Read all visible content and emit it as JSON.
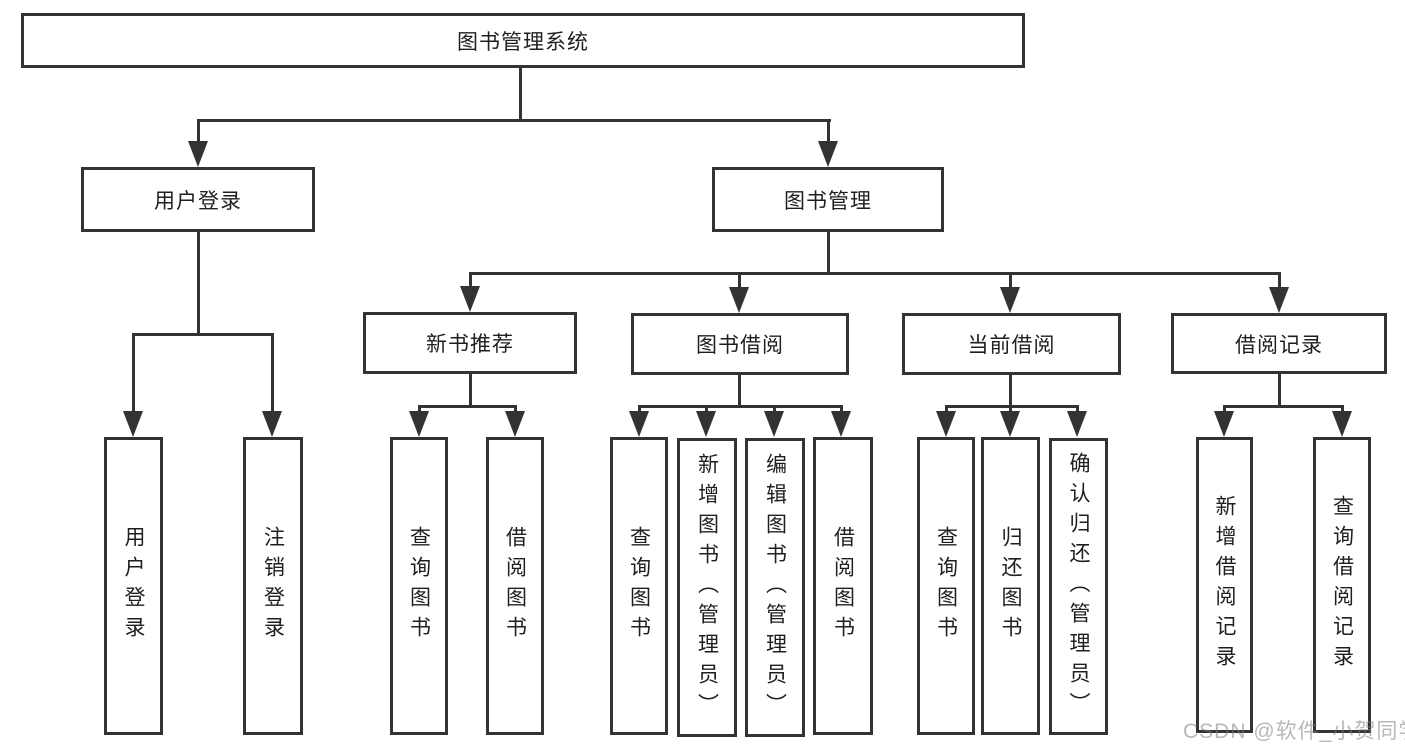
{
  "tree": {
    "label": "图书管理系统",
    "children": [
      {
        "label": "用户登录",
        "children": [
          {
            "label": "用户登录"
          },
          {
            "label": "注销登录"
          }
        ]
      },
      {
        "label": "图书管理",
        "children": [
          {
            "label": "新书推荐",
            "children": [
              {
                "label": "查询图书"
              },
              {
                "label": "借阅图书"
              }
            ]
          },
          {
            "label": "图书借阅",
            "children": [
              {
                "label": "查询图书"
              },
              {
                "label": "新增图书（管理员）"
              },
              {
                "label": "编辑图书（管理员）"
              },
              {
                "label": "借阅图书"
              }
            ]
          },
          {
            "label": "当前借阅",
            "children": [
              {
                "label": "查询图书"
              },
              {
                "label": "归还图书"
              },
              {
                "label": "确认归还（管理员）"
              }
            ]
          },
          {
            "label": "借阅记录",
            "children": [
              {
                "label": "新增借阅记录"
              },
              {
                "label": "查询借阅记录"
              }
            ]
          }
        ]
      }
    ]
  },
  "watermark": {
    "text": "CSDN @软件_小贺同学"
  },
  "colors": {
    "line": "#333333",
    "box_border": "#333333",
    "background": "#ffffff",
    "watermark": "#b0b0b0"
  }
}
